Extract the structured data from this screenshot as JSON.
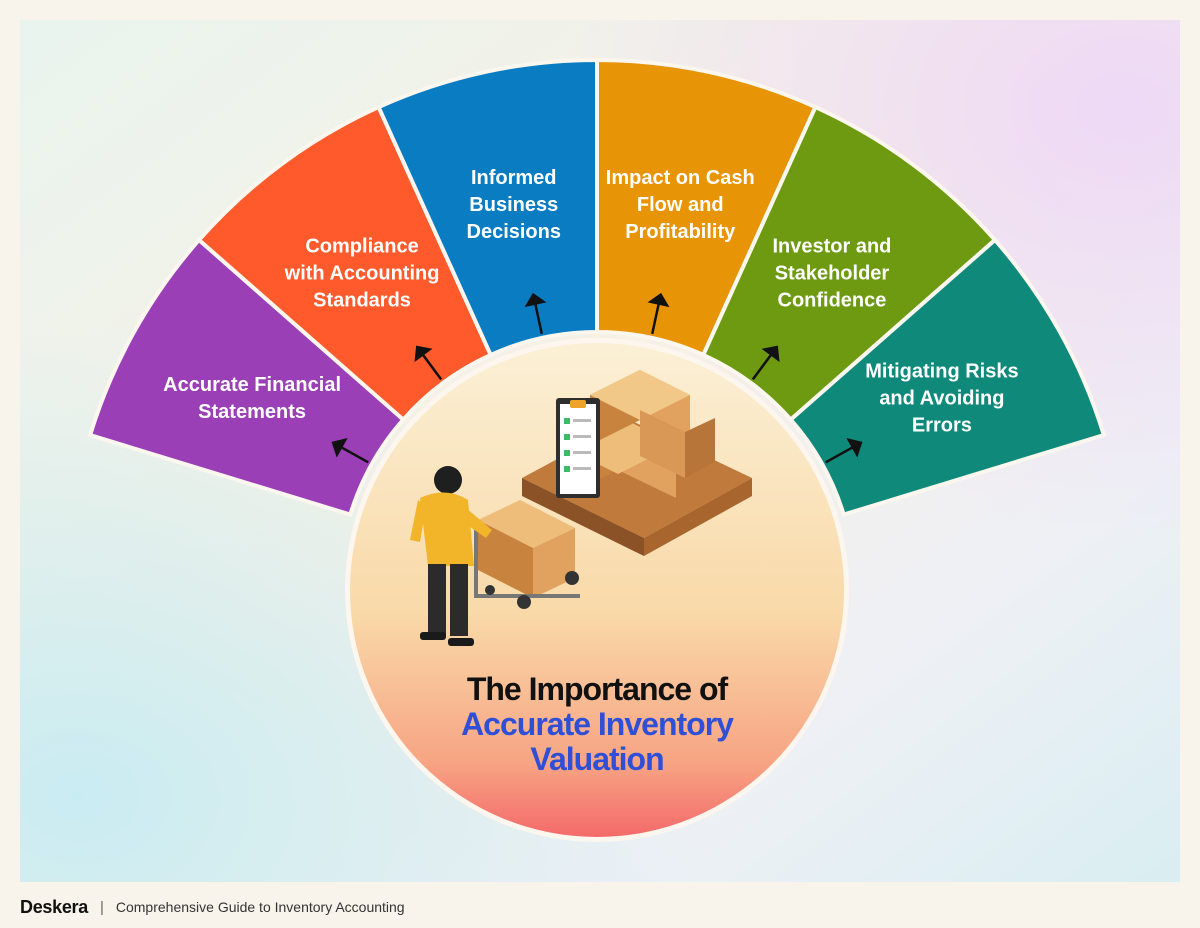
{
  "title": {
    "line1": "The Importance of",
    "line2": "Accurate Inventory",
    "line3": "Valuation",
    "color_dark": "#111111",
    "color_accent": "#2f4fd6"
  },
  "segments": [
    {
      "name": "seg-accurate-financial-statements",
      "lines": [
        "Accurate Financial",
        "Statements"
      ],
      "color": "#9a3fb5"
    },
    {
      "name": "seg-compliance",
      "lines": [
        "Compliance",
        "with Accounting",
        "Standards"
      ],
      "color": "#ff5a2b"
    },
    {
      "name": "seg-informed-decisions",
      "lines": [
        "Informed",
        "Business",
        "Decisions"
      ],
      "color": "#0a7cc2"
    },
    {
      "name": "seg-cash-flow",
      "lines": [
        "Impact on Cash",
        "Flow and",
        "Profitability"
      ],
      "color": "#e89407"
    },
    {
      "name": "seg-investor-confidence",
      "lines": [
        "Investor and",
        "Stakeholder",
        "Confidence"
      ],
      "color": "#6e9a12"
    },
    {
      "name": "seg-mitigating-risks",
      "lines": [
        "Mitigating Risks",
        "and Avoiding",
        "Errors"
      ],
      "color": "#0f8a7a"
    }
  ],
  "footer": {
    "brand": "Deskera",
    "separator": "|",
    "subtitle": "Comprehensive Guide to Inventory Accounting"
  }
}
